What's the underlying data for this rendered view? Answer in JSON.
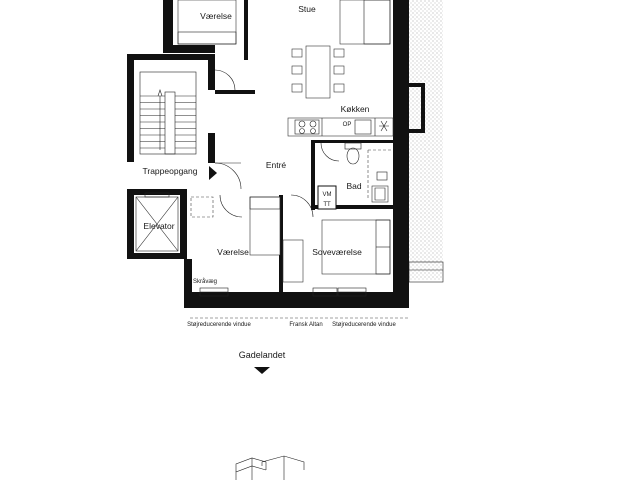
{
  "rooms": {
    "vaerelse_top": "Værelse",
    "stue": "Stue",
    "koekken": "Køkken",
    "op": "OP",
    "entre": "Entré",
    "trappeopgang": "Trappeopgang",
    "bad": "Bad",
    "vm": "VM",
    "tt": "TT",
    "elevator": "Elevator",
    "vaerelse_bottom": "Værelse",
    "sovevaerelse": "Soveværelse",
    "skraavaeg": "Skråvæg"
  },
  "annotations": {
    "window_left": "Støjreducerende vindue",
    "fransk_altan": "Fransk Altan",
    "window_right": "Støjreducerende vindue"
  },
  "street": {
    "label": "Gadelandet"
  },
  "colors": {
    "wall": "#111111",
    "line": "#222222",
    "hatch": "#9a9a9a"
  }
}
